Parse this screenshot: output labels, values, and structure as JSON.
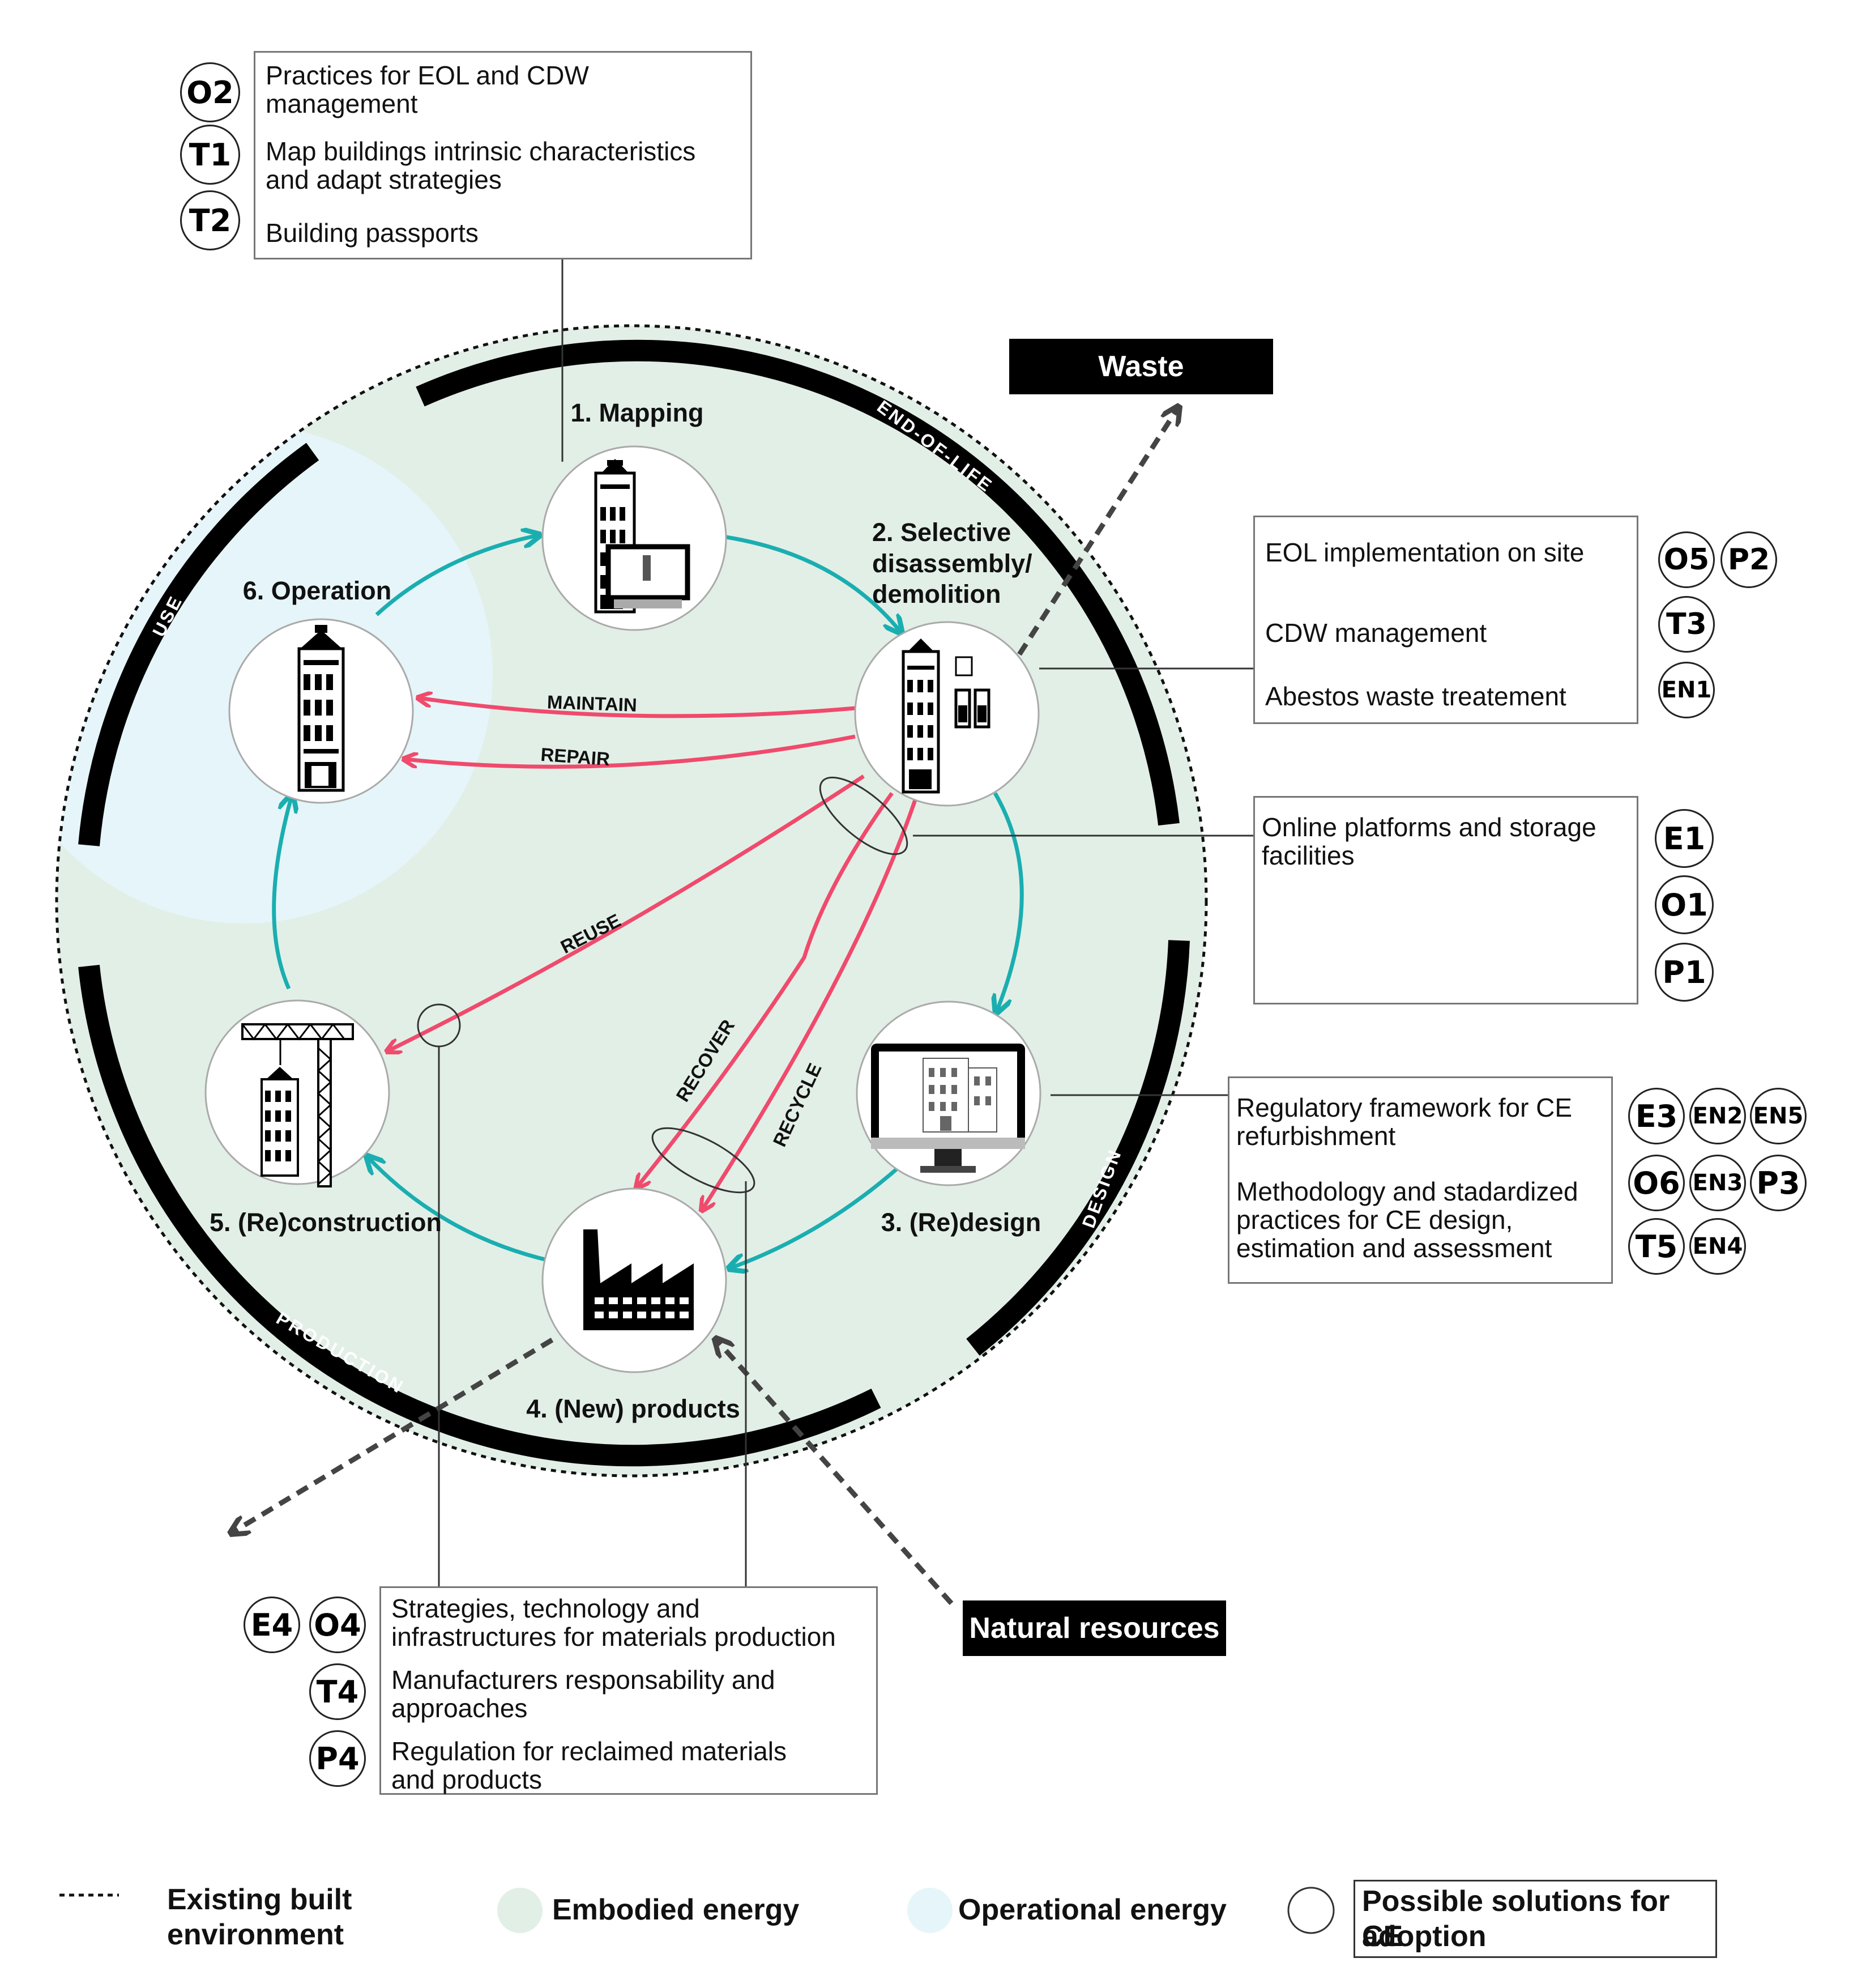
{
  "stages": {
    "mapping": "1. Mapping",
    "selective_line1": "2. Selective",
    "selective_line2": "disassembly/",
    "selective_line3": "demolition",
    "redesign": "3. (Re)design",
    "new_products": "4. (New) products",
    "reconstruction": "5. (Re)construction",
    "operation": "6. Operation"
  },
  "phases": {
    "end_of_life": "END-OF-LIFE",
    "use": "USE",
    "design": "DESIGN",
    "production": "PRODUCTION"
  },
  "flows": {
    "maintain": "MAINTAIN",
    "repair": "REPAIR",
    "reuse": "REUSE",
    "recover": "RECOVER",
    "recycle": "RECYCLE"
  },
  "outputs": {
    "waste": "Waste",
    "natural_resources": "Natural resources"
  },
  "boxes": {
    "top": {
      "line1": "Practices for EOL and CDW",
      "line2": "management",
      "line3": "Map buildings intrinsic characteristics",
      "line4": "and adapt strategies",
      "line5": "Building passports",
      "badges": [
        "O2",
        "T1",
        "T2"
      ]
    },
    "eol": {
      "line1": "EOL implementation on site",
      "line2": "CDW management",
      "line3": "Abestos waste treatement",
      "badges": [
        "O5",
        "P2",
        "T3",
        "EN1"
      ]
    },
    "online": {
      "line1": "Online platforms and storage",
      "line2": "facilities",
      "badges": [
        "E1",
        "O1",
        "P1"
      ]
    },
    "regulatory": {
      "line1": "Regulatory framework for CE",
      "line2": "refurbishment",
      "line3": "Methodology and stadardized",
      "line4": "practices for CE design,",
      "line5": "estimation and assessment",
      "badges": [
        "E3",
        "EN2",
        "EN5",
        "O6",
        "EN3",
        "P3",
        "T5",
        "EN4"
      ]
    },
    "production": {
      "line1": "Strategies, technology and",
      "line2": "infrastructures for materials production",
      "line3": "Manufacturers responsability and",
      "line4": "approaches",
      "line5": "Regulation for reclaimed materials",
      "line6": "and products",
      "badges": [
        "E4",
        "O4",
        "T4",
        "P4"
      ]
    }
  },
  "legend": {
    "existing_line1": "Existing built",
    "existing_line2": "environment",
    "embodied": "Embodied energy",
    "operational": "Operational energy",
    "solutions_line1": "Possible solutions for CE",
    "solutions_line2": "adoption"
  },
  "colors": {
    "embodied_fill": "#e2efe7",
    "operational_fill": "#e6f5f9",
    "cycle_teal": "#1aaeb0",
    "flow_pink": "#f04a6c",
    "phase_bar": "#000000"
  }
}
